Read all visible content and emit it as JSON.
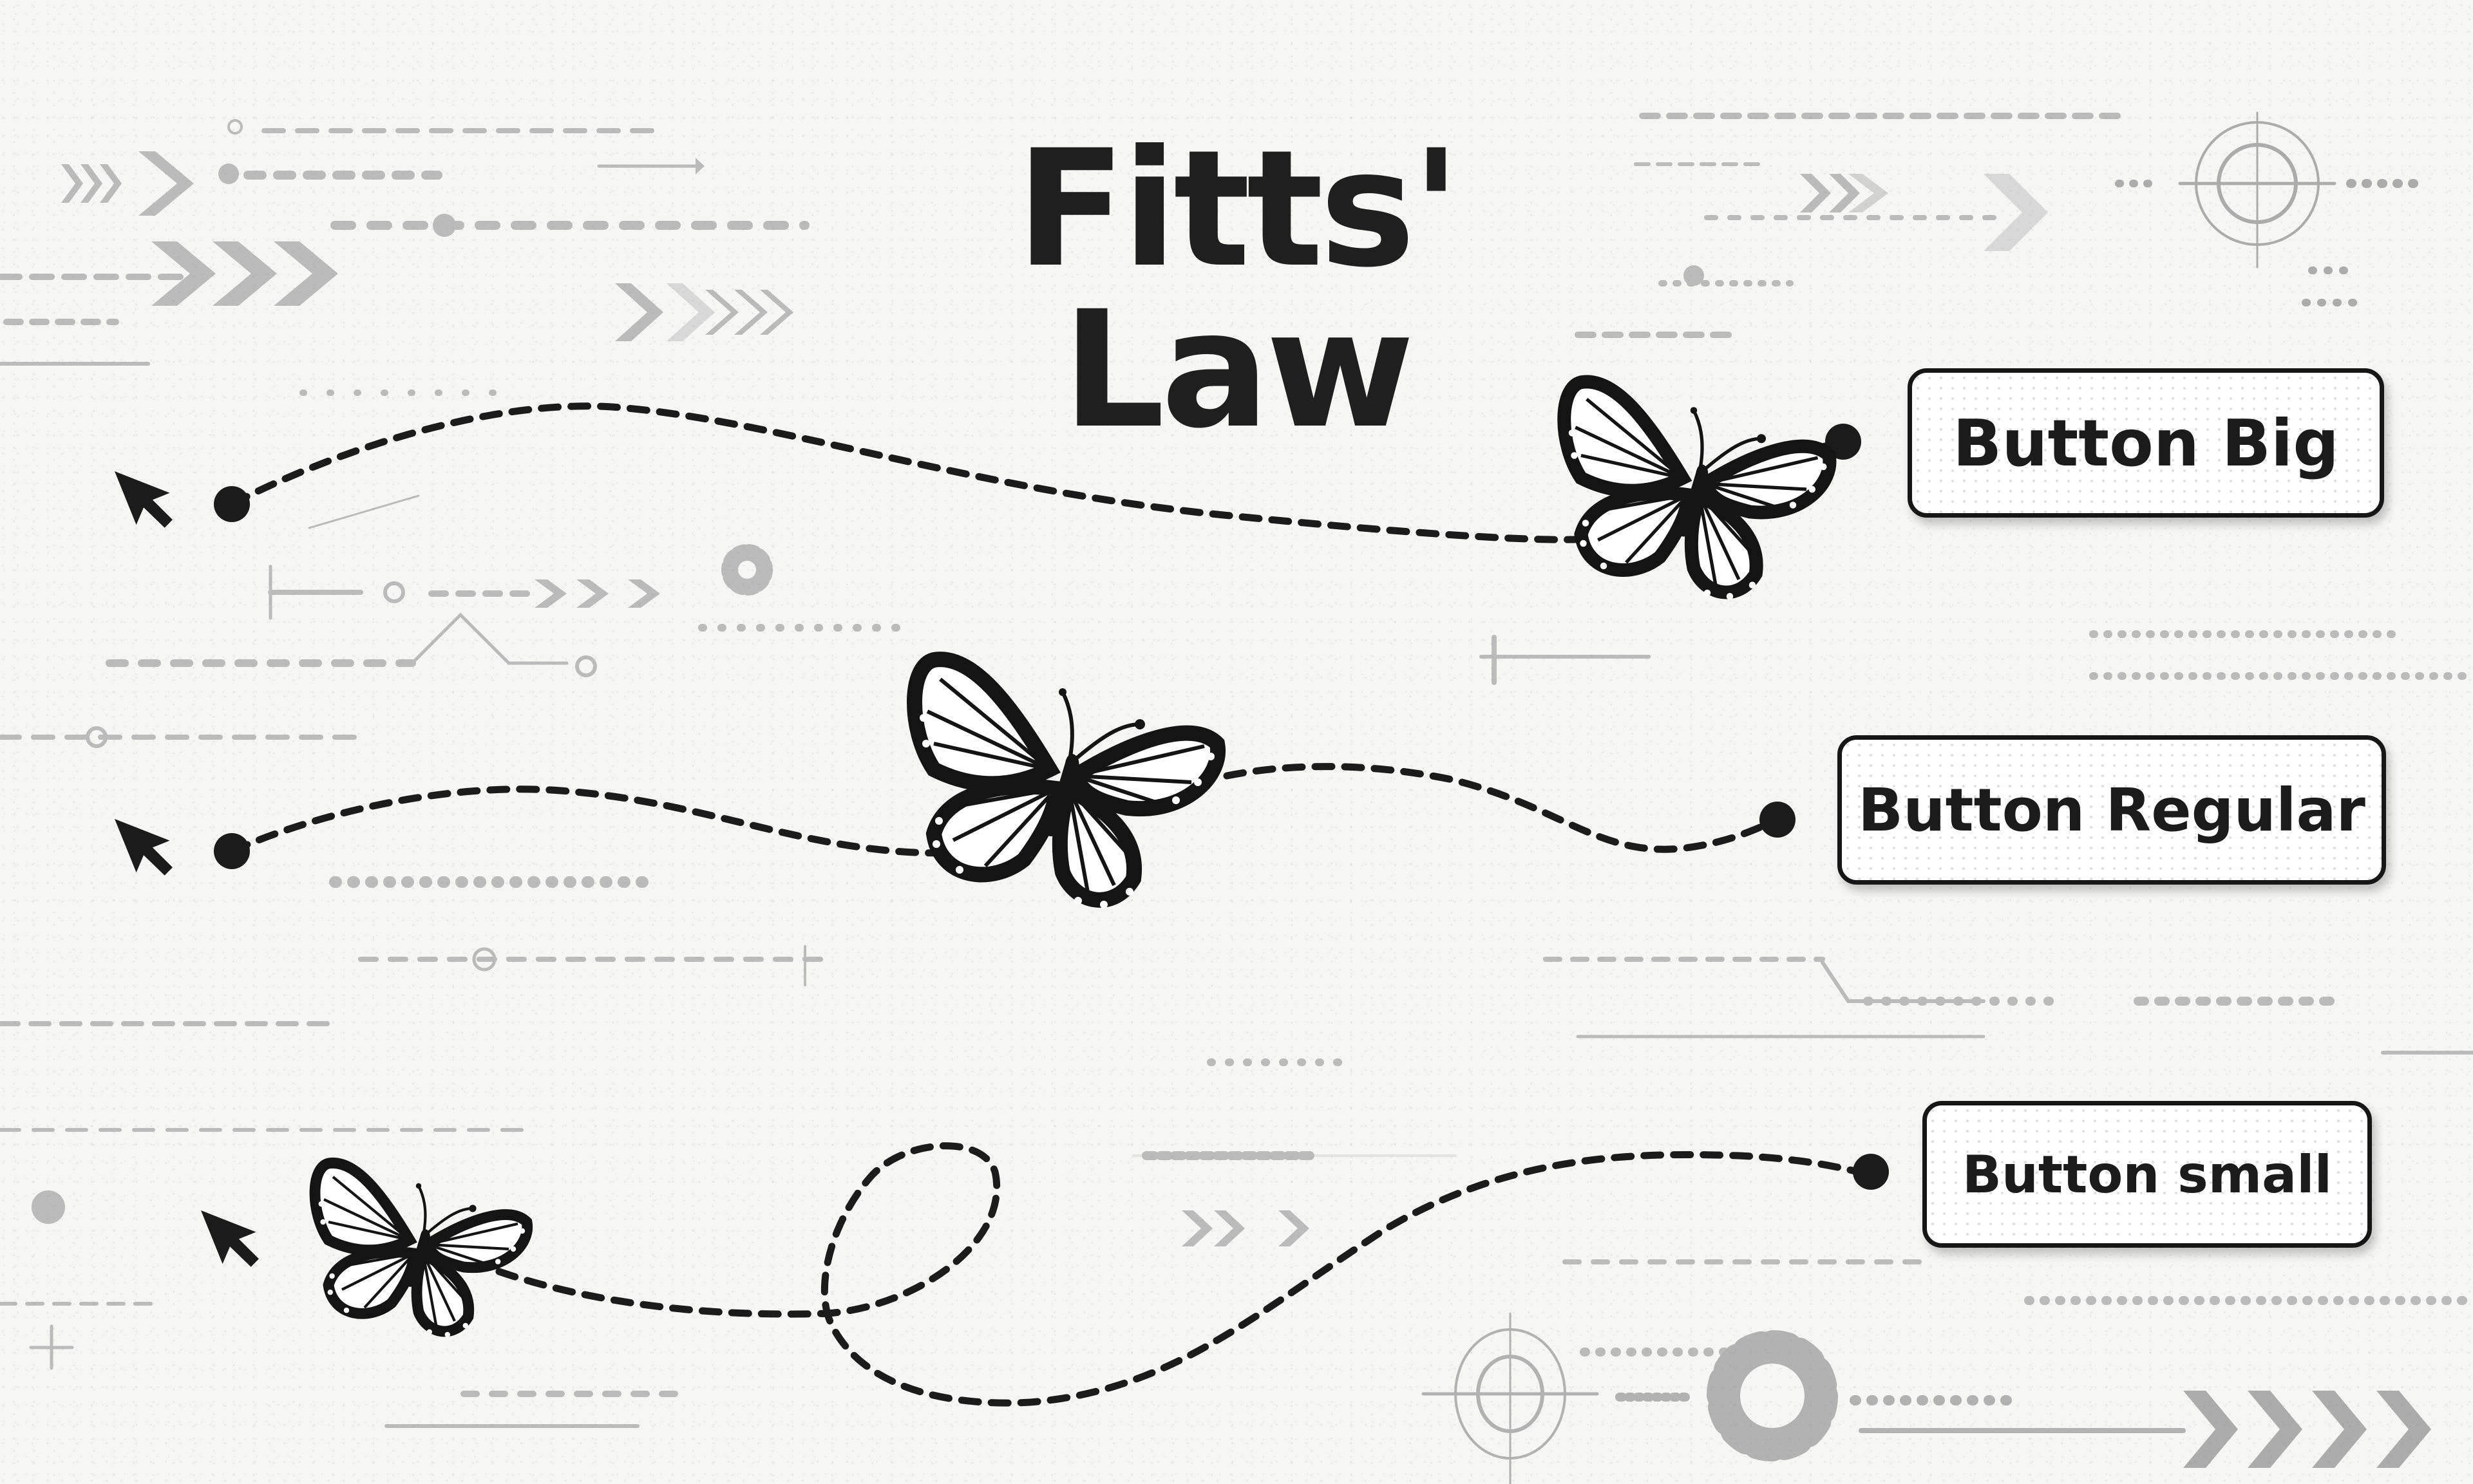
{
  "title": "Fitts' Law",
  "buttons": {
    "big": {
      "label": "Button Big"
    },
    "regular": {
      "label": "Button Regular"
    },
    "small": {
      "label": "Button small"
    }
  },
  "rows": [
    {
      "target": "Button Big",
      "cursor": "arrow-cursor",
      "butterfly_size": "medium",
      "path": "gentle S-curve"
    },
    {
      "target": "Button Regular",
      "cursor": "arrow-cursor",
      "butterfly_size": "large",
      "path": "wave"
    },
    {
      "target": "Button small",
      "cursor": "arrow-cursor",
      "butterfly_size": "small",
      "path": "loop then rise"
    }
  ],
  "icons": [
    "arrow-cursor-icon",
    "butterfly-icon",
    "crosshair-icon",
    "gear-icon",
    "chevron-right-icon",
    "path-dot-icon"
  ],
  "colors": {
    "ink": "#1b1b1b",
    "background": "#f6f6f5",
    "decor": "#9a9a9a"
  }
}
